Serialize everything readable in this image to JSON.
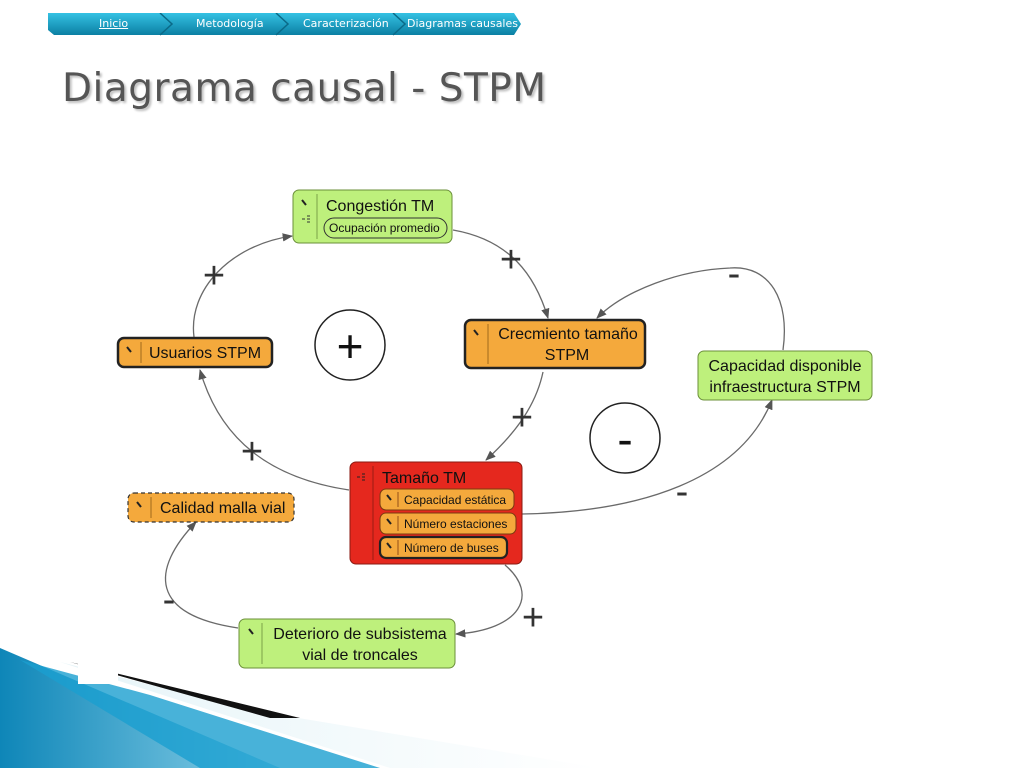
{
  "breadcrumb": {
    "items": [
      {
        "label": "Inicio",
        "active": true
      },
      {
        "label": "Metodología",
        "active": false
      },
      {
        "label": "Caracterización",
        "active": false
      },
      {
        "label": "Diagramas causales",
        "active": false
      }
    ]
  },
  "page": {
    "title": "Diagrama causal - STPM"
  },
  "diagram": {
    "nodes": {
      "congestion": {
        "title": "Congestión TM",
        "attributes": [
          "Ocupación promedio"
        ]
      },
      "crecimiento": {
        "title_lines": [
          "Crecmiento tamaño",
          "STPM"
        ]
      },
      "usuarios": {
        "title": "Usuarios STPM"
      },
      "capacidad": {
        "title_lines": [
          "Capacidad disponible",
          "infraestructura STPM"
        ]
      },
      "tamano": {
        "title": "Tamaño TM",
        "attributes": [
          "Capacidad estática",
          "Número estaciones",
          "Número de buses"
        ]
      },
      "calidad": {
        "title": "Calidad malla vial"
      },
      "deterioro": {
        "title_lines": [
          "Deterioro de subsistema",
          "vial de troncales"
        ]
      }
    },
    "edge_polarities": {
      "usuarios_to_congestion": "+",
      "congestion_to_crecimiento": "+",
      "capacidad_to_crecimiento": "-",
      "crecimiento_to_tamano": "+",
      "tamano_to_usuarios": "+",
      "tamano_to_capacidad": "-",
      "tamano_to_deterioro": "+",
      "deterioro_to_calidad": "-"
    },
    "loops": [
      {
        "polarity": "+"
      },
      {
        "polarity": "-"
      }
    ],
    "colors": {
      "green": "#bef07c",
      "orange": "#f4a93c",
      "red": "#e5281e",
      "ribbon": "#1aa3c7"
    }
  }
}
